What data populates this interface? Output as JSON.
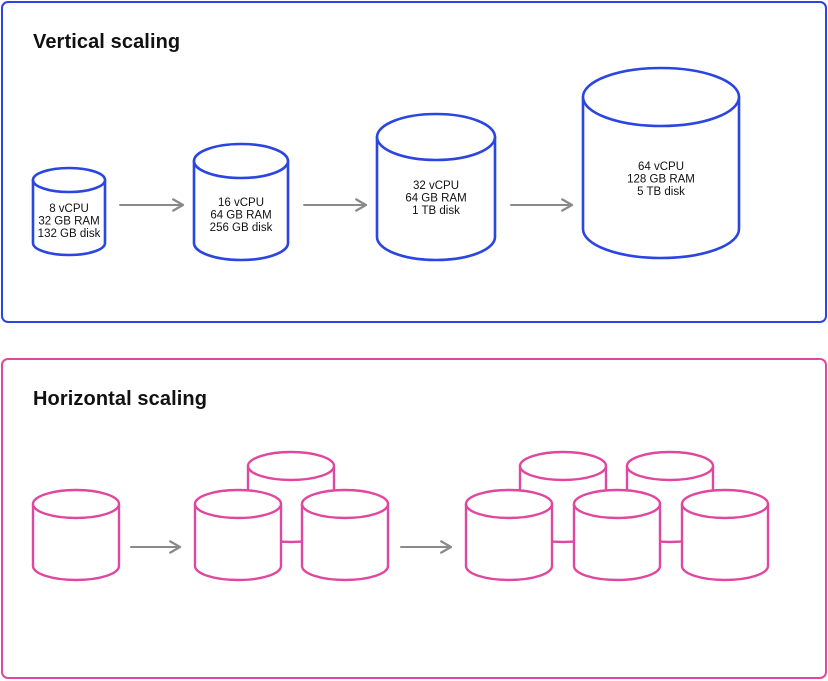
{
  "colors": {
    "vertical": "#2b45e0",
    "horizontal": "#e0479e",
    "arrow": "#8a8a8a",
    "text": "#111111"
  },
  "vertical": {
    "title": "Vertical scaling",
    "databases": [
      {
        "lines": [
          "8 vCPU",
          "32 GB RAM",
          "132 GB disk"
        ]
      },
      {
        "lines": [
          "16 vCPU",
          "64 GB RAM",
          "256 GB disk"
        ]
      },
      {
        "lines": [
          "32 vCPU",
          "64 GB RAM",
          "1 TB disk"
        ]
      },
      {
        "lines": [
          "64 vCPU",
          "128 GB RAM",
          "5 TB disk"
        ]
      }
    ]
  },
  "horizontal": {
    "title": "Horizontal scaling",
    "groups": [
      {
        "node_count": 1
      },
      {
        "node_count": 3
      },
      {
        "node_count": 5
      }
    ]
  },
  "icons": [
    "database-icon",
    "arrow-right-icon"
  ]
}
